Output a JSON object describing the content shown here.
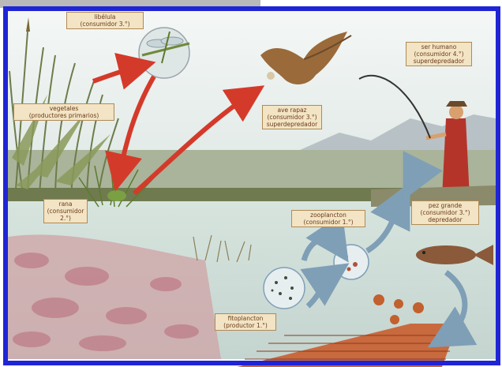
{
  "labels": {
    "dragonfly": {
      "name": "libélula",
      "role": "(consumidor 3.°)"
    },
    "plants": {
      "name": "vegetales",
      "role": "(productores primarios)"
    },
    "frog": {
      "name": "rana",
      "role_line1": "(consumidor",
      "role_line2": "2.°)"
    },
    "raptor": {
      "name": "ave rapaz",
      "role": "(consumidor 3.°)",
      "extra": "superdepredador"
    },
    "human": {
      "name": "ser humano",
      "role": "(consumidor 4.°)",
      "extra": "superdepredador"
    },
    "zooplankton": {
      "name": "zooplancton",
      "role": "(consumidor 1.°)"
    },
    "bigfish": {
      "name": "pez grande",
      "role": "(consumidor 3.°)",
      "extra": "depredador"
    },
    "phytoplankton": {
      "name": "fitoplancton",
      "role": "(productor 1.°)"
    }
  },
  "colors": {
    "border": "#1f25d6",
    "arrow_red": "#d43a2a",
    "arrow_blue": "#7f9fb6",
    "label_bg": "#f2e4c4"
  }
}
